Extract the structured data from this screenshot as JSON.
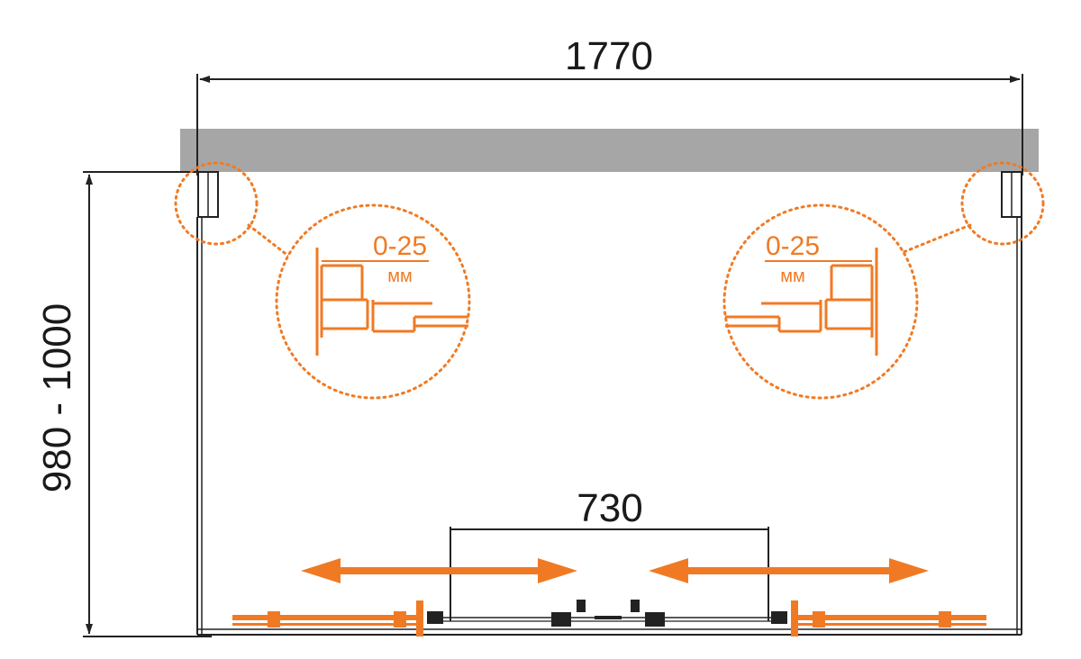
{
  "colors": {
    "orange": "#F07A24",
    "line": "#222222",
    "wall": "#A6A6A6",
    "background": "#FFFFFF"
  },
  "dimensions": {
    "overall_width": "1770",
    "depth": "980 - 1000",
    "door_opening": "730"
  },
  "details": {
    "left": {
      "range": "0-25",
      "unit": "мм"
    },
    "right": {
      "range": "0-25",
      "unit": "мм"
    }
  },
  "annotations": {
    "arrows": [
      "double-arrow-left-door",
      "double-arrow-right-door"
    ]
  }
}
